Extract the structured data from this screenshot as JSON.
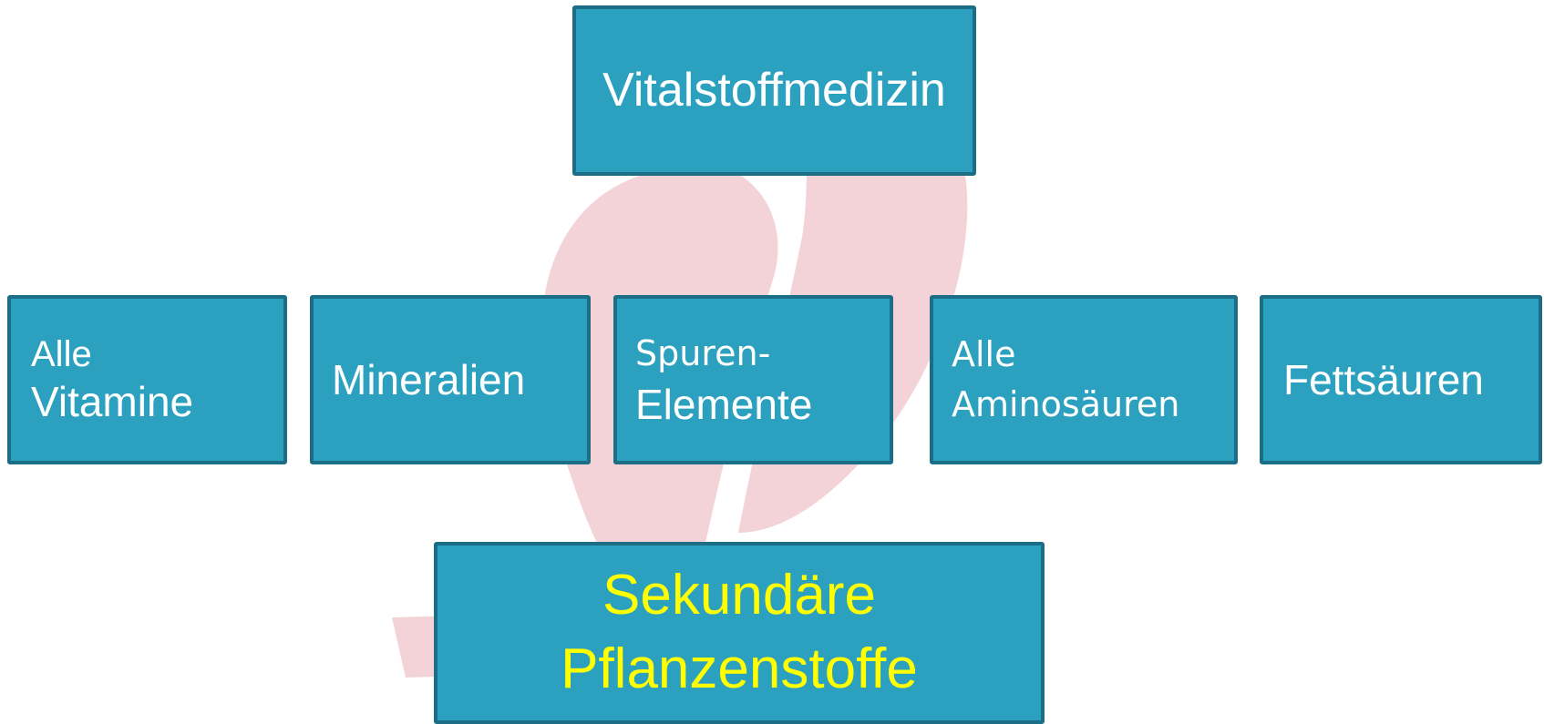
{
  "colors": {
    "box_fill": "#2ca1bf",
    "box_border": "#1b6e85",
    "text": "#ffffff",
    "highlight_text": "#ffff00",
    "watermark": "#f3d3d7"
  },
  "root": {
    "label": "Vitalstoffmedizin"
  },
  "categories": [
    {
      "line1": "Alle",
      "line2": "Vitamine"
    },
    {
      "line1": "Mineralien"
    },
    {
      "line1": "Spuren-",
      "line2": "Elemente"
    },
    {
      "line1": "Alle",
      "line2": "Aminosäuren"
    },
    {
      "line1": "Fettsäuren"
    }
  ],
  "bottom": {
    "line1": "Sekundäre",
    "line2": "Pflanzenstoffe"
  }
}
